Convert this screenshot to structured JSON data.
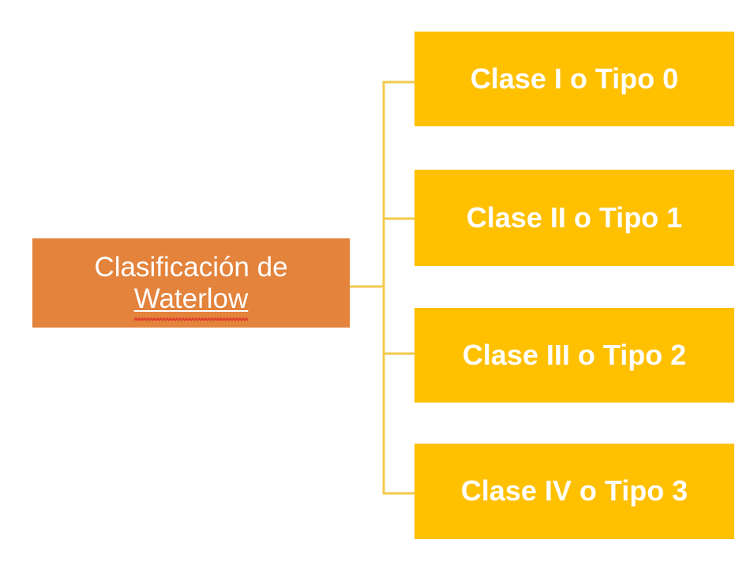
{
  "diagram": {
    "type": "hierarchy",
    "title": "Clasificación de Waterlow",
    "root": {
      "line1": "Clasificación de",
      "line2": "Waterlow",
      "fill_color": "#E3833C",
      "text_color": "#FFFFFF",
      "spellcheck_flagged_word": "Waterlow"
    },
    "connector_color": "#F2C94C",
    "children": [
      {
        "label": "Clase I o Tipo 0",
        "fill_color": "#FFC000",
        "text_color": "#FFFFFF"
      },
      {
        "label": "Clase II o Tipo 1",
        "fill_color": "#FFC000",
        "text_color": "#FFFFFF"
      },
      {
        "label": "Clase III o Tipo 2",
        "fill_color": "#FFC000",
        "text_color": "#FFFFFF"
      },
      {
        "label": "Clase IV o Tipo 3",
        "fill_color": "#FFC000",
        "text_color": "#FFFFFF"
      }
    ]
  }
}
